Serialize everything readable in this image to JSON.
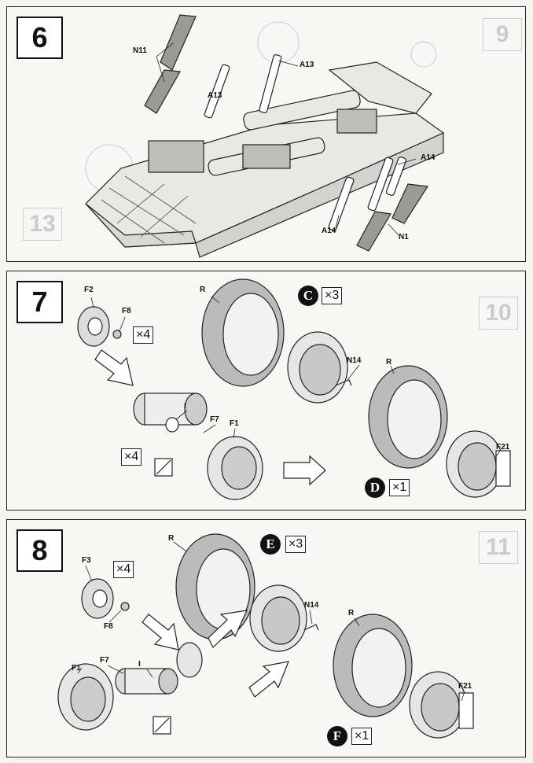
{
  "step6": {
    "number": "6",
    "ghost_numbers": [
      "9",
      "13"
    ],
    "labels": {
      "n11": "N11",
      "a13_top": "A13",
      "a13_mid": "A13",
      "a14_right": "A14",
      "a14_bottom": "A14",
      "n1": "N1"
    }
  },
  "step7": {
    "number": "7",
    "ghost_number": "10",
    "labels": {
      "f2": "F2",
      "f8": "F8",
      "i": "I",
      "f7": "F7",
      "f1": "F1",
      "r_top": "R",
      "n14": "N14",
      "r_bottom": "R",
      "f21": "F21"
    },
    "multipliers": {
      "f2_set": "×4",
      "hub_set": "×4",
      "wheel_c": "×3",
      "wheel_d": "×1"
    },
    "badges": {
      "c": "C",
      "d": "D"
    }
  },
  "step8": {
    "number": "8",
    "ghost_number": "11",
    "labels": {
      "r_top": "R",
      "f3": "F3",
      "f8": "F8",
      "f7": "F7",
      "i": "I",
      "f1": "F1",
      "n14": "N14",
      "r_bottom": "R",
      "f21": "F21"
    },
    "multipliers": {
      "wheel_e": "×3",
      "f3_set": "×4",
      "wheel_f": "×1"
    },
    "badges": {
      "e": "E",
      "f": "F"
    }
  }
}
